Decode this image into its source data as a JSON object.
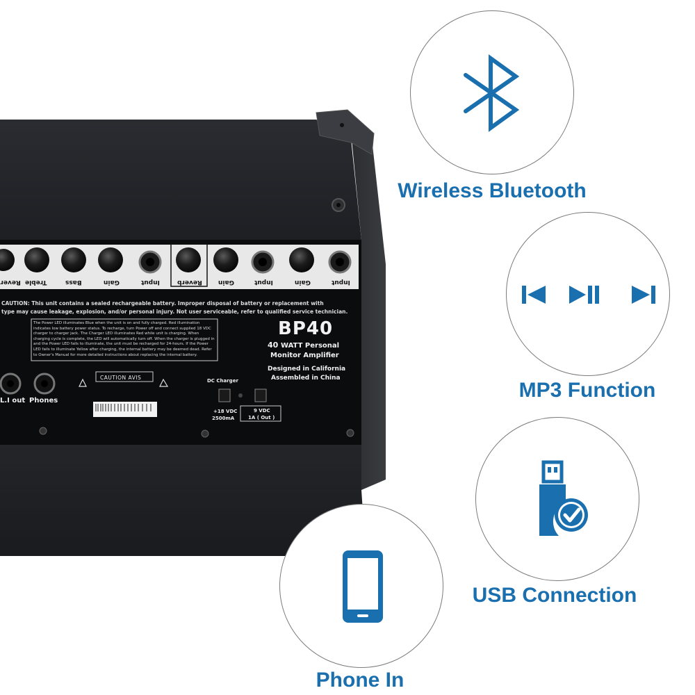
{
  "colors": {
    "accent": "#1a6fae",
    "amp_body": "#1c1e22",
    "panel": "#0b0c0e"
  },
  "amp": {
    "model": "BP40",
    "watt_number": "40",
    "watt_line1": "WATT Personal",
    "watt_line2": "Monitor Amplifier",
    "designed": "Designed in California",
    "assembled": "Assembled in China",
    "knob_labels": [
      "Reverb",
      "Treble",
      "Bass",
      "Gain",
      "Input",
      "Reverb",
      "Gain",
      "Input",
      "Gain",
      "Input"
    ],
    "caution_line1": "CAUTION: This unit contains a sealed rechargeable battery. Improper disposal of battery or replacement with",
    "caution_line2": "type may cause leakage, explosion, and/or personal injury. Not user serviceable, refer to qualified service technician.",
    "led_text": "The Power LED illuminates Blue when the unit is on and fully charged. Red illumination indicates low battery power status. To recharge, turn Power off and connect supplied 18 VDC charger to charger jack. The Charger LED illuminates Red while unit is charging. When charging cycle is complete, the LED will automatically turn off. When the charger is plugged in and the Power LED fails to illuminate, the unit must be recharged for 24-hours. If the Power LED fails to illuminate Yellow after charging, the internal battery may be deemed dead. Refer to Owner's Manual for more detailed instructions about replacing the internal battery.",
    "jack_lineout": "L.I out",
    "jack_phones": "Phones",
    "caution_avis": "CAUTION AVIS",
    "dc_charger": "DC Charger",
    "dc_in_spec1": "+18 VDC",
    "dc_in_spec2": "2500mA",
    "dc_out_spec1": "9 VDC",
    "dc_out_spec2": "1A ( Out )"
  },
  "features": [
    {
      "label": "Wireless Bluetooth",
      "icon": "bluetooth-icon"
    },
    {
      "label": "MP3 Function",
      "icon": "media-controls-icon"
    },
    {
      "label": "USB Connection",
      "icon": "usb-drive-icon"
    },
    {
      "label": "Phone In",
      "icon": "smartphone-icon"
    }
  ]
}
